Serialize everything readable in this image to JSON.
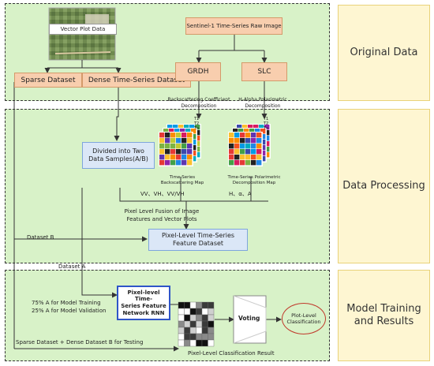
{
  "sections": {
    "original": "Original Data",
    "processing": "Data Processing",
    "training_line1": "Model Training",
    "training_line2": "and Results"
  },
  "original": {
    "vector_plot_data": "Vector Plot Data",
    "sentinel": "Sentinel-1 Time-Series Raw Image",
    "sparse_dataset": "Sparse Dataset",
    "dense_dataset": "Dense Time-Series Dataset",
    "grdh": "GRDH",
    "slc": "SLC"
  },
  "processing": {
    "backscatter_decomp_1": "Backscattering Coefficient",
    "backscatter_decomp_2": "Decomposition",
    "halpha_decomp_1": "H-Alpha Polarimetric",
    "halpha_decomp_2": "Decomposition",
    "divided_1": "Divided into Two",
    "divided_2": "Data Samples(A/B)",
    "cube_t1": "T1",
    "cube_t2": "T2",
    "cube_tn": "Tn",
    "backscatter_map_1": "Time-Series",
    "backscatter_map_2": "Backscattering Map",
    "polarimetric_map_1": "Time-Series Polarimetric",
    "polarimetric_map_2": "Decomposition Map",
    "vv_vh": "VV、VH、VV/VH",
    "h_alpha_a": "H、α、A",
    "fusion_1": "Pixel Level Fusion of Image",
    "fusion_2": "Features and Vector Plots",
    "feature_dataset_1": "Pixel-Level Time-Series",
    "feature_dataset_2": "Feature Dataset",
    "dataset_b": "Dataset B"
  },
  "training": {
    "dataset_a": "Dataset A",
    "train_split": "75% A for Model Training",
    "val_split": "25% A for Model Validation",
    "rnn_1": "Pixel-level Time-",
    "rnn_2": "Series Feature",
    "rnn_3": "Network RNN",
    "voting": "Voting",
    "plot_class_1": "Plot-Level",
    "plot_class_2": "Classification",
    "testing": "Sparse Dataset + Dense Dataset B for Testing",
    "pixel_result": "Pixel-Level Classification Result"
  },
  "colors": {
    "section_fill": "#d8f2c8",
    "side_fill": "#fef6d2",
    "peach_box": "#f8ceae",
    "blue_box": "#dbe7f7",
    "rnn_border": "#2f55c8",
    "plot_class_fill": "#d8f2c8",
    "plot_class_border": "#c0392b"
  }
}
